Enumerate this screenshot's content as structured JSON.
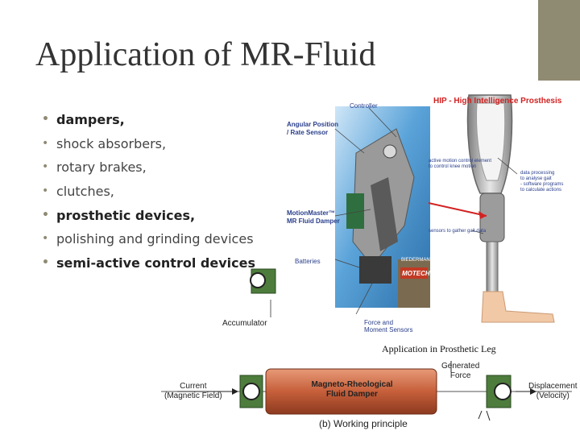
{
  "slide": {
    "title": "Application of MR-Fluid",
    "bullets": [
      {
        "text": "dampers,",
        "bold": true
      },
      {
        "text": "shock absorbers,",
        "bold": false
      },
      {
        "text": "rotary brakes,",
        "bold": false
      },
      {
        "text": "clutches,",
        "bold": false
      },
      {
        "text": "prosthetic devices,",
        "bold": true
      },
      {
        "text": "polishing and grinding devices",
        "bold": false
      },
      {
        "text": "semi-active control devices",
        "bold": true
      }
    ],
    "bullet_glyph": "•",
    "accent_color": "#8f8a72"
  },
  "prosthesis_figure": {
    "title": "HIP - High Intelligence Prosthesis",
    "labels": {
      "controller": "Controller",
      "angular_position": "Angular Position",
      "rate_sensor": "/ Rate Sensor",
      "motionmaster": "MotionMaster™",
      "mr_fluid_damper": "MR Fluid Damper",
      "batteries": "Batteries",
      "force_and": "Force and",
      "moment_sensors": "Moment Sensors",
      "active_motion_1": "active motion control element",
      "active_motion_2": "to control knee motion",
      "data_proc_1": "data processing",
      "data_proc_2": "to analyse gait",
      "data_proc_3": "- software programs",
      "data_proc_4": "to calculate actions",
      "sensors_gait": "sensors to gather gait data",
      "brand_1": "BIEDERMANN",
      "brand_2": "MOTECH"
    },
    "caption": "Application in Prosthetic Leg"
  },
  "damper_figure": {
    "accumulator": "Accumulator",
    "generated_1": "Generated",
    "generated_2": "Force",
    "current_1": "Current",
    "current_2": "(Magnetic Field)",
    "damper_1": "Magneto-Rheological",
    "damper_2": "Fluid Damper",
    "disp_1": "Displacement",
    "disp_2": "(Velocity)",
    "caption": "(b) Working principle"
  }
}
